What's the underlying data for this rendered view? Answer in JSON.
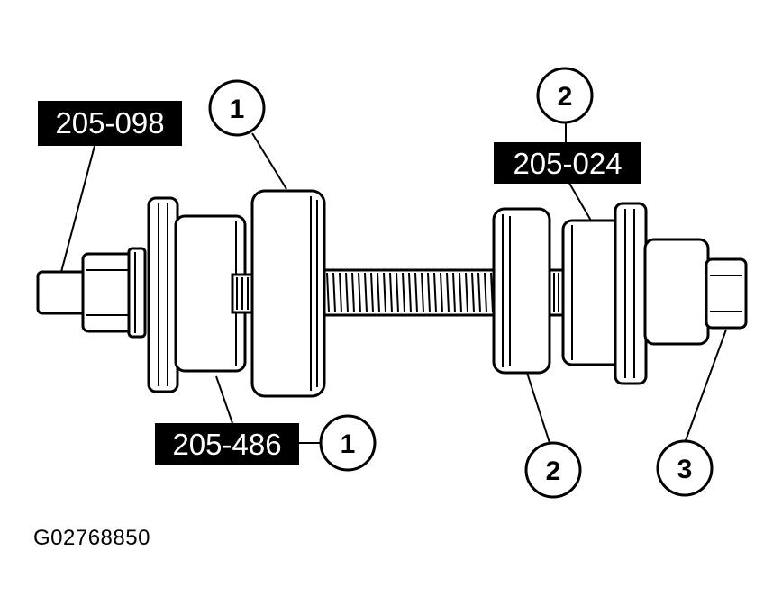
{
  "diagram": {
    "tool_labels": {
      "left_tool": "205-098",
      "center_tool": "205-486",
      "right_tool": "205-024"
    },
    "callouts": {
      "upper_left": "1",
      "lower_center": "1",
      "upper_right": "2",
      "lower_right": "2",
      "far_right": "3"
    },
    "figure_id": "G02768850"
  }
}
